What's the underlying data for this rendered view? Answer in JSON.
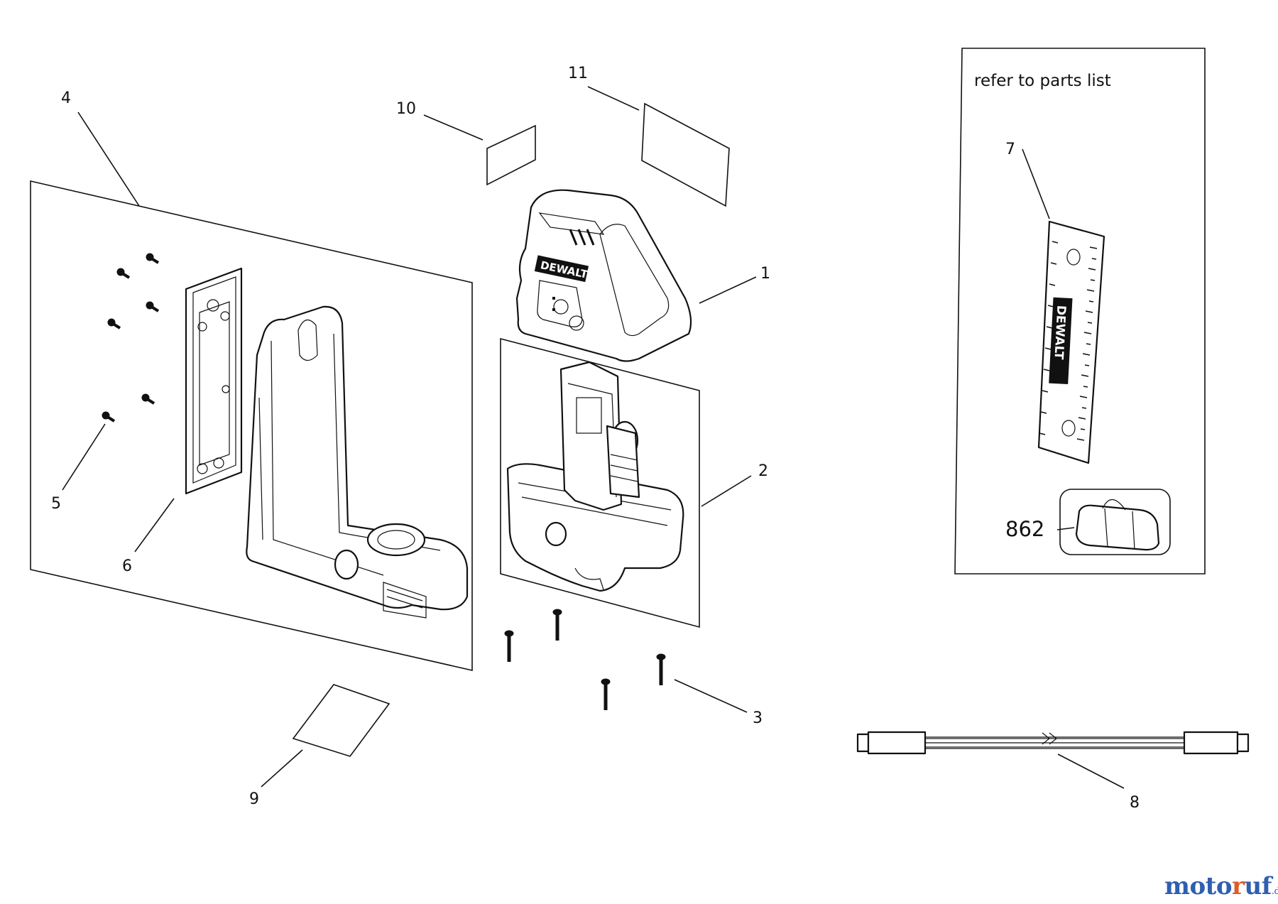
{
  "callouts": {
    "c1": "1",
    "c2": "2",
    "c3": "3",
    "c4": "4",
    "c5": "5",
    "c6": "6",
    "c7": "7",
    "c8": "8",
    "c9": "9",
    "c10": "10",
    "c11": "11",
    "c862": "862"
  },
  "note": "refer to parts list",
  "brand_logo": {
    "main": "motoruf",
    "suffix": ".de",
    "main_color": "#2f5fb0",
    "accent_color": "#e05a24"
  },
  "product_logo": "DEWALT",
  "icons": [
    "laser-housing",
    "laser-chassis",
    "screw",
    "wall-mount-bracket",
    "mounting-plate",
    "target-card",
    "kit-bag",
    "pole"
  ]
}
